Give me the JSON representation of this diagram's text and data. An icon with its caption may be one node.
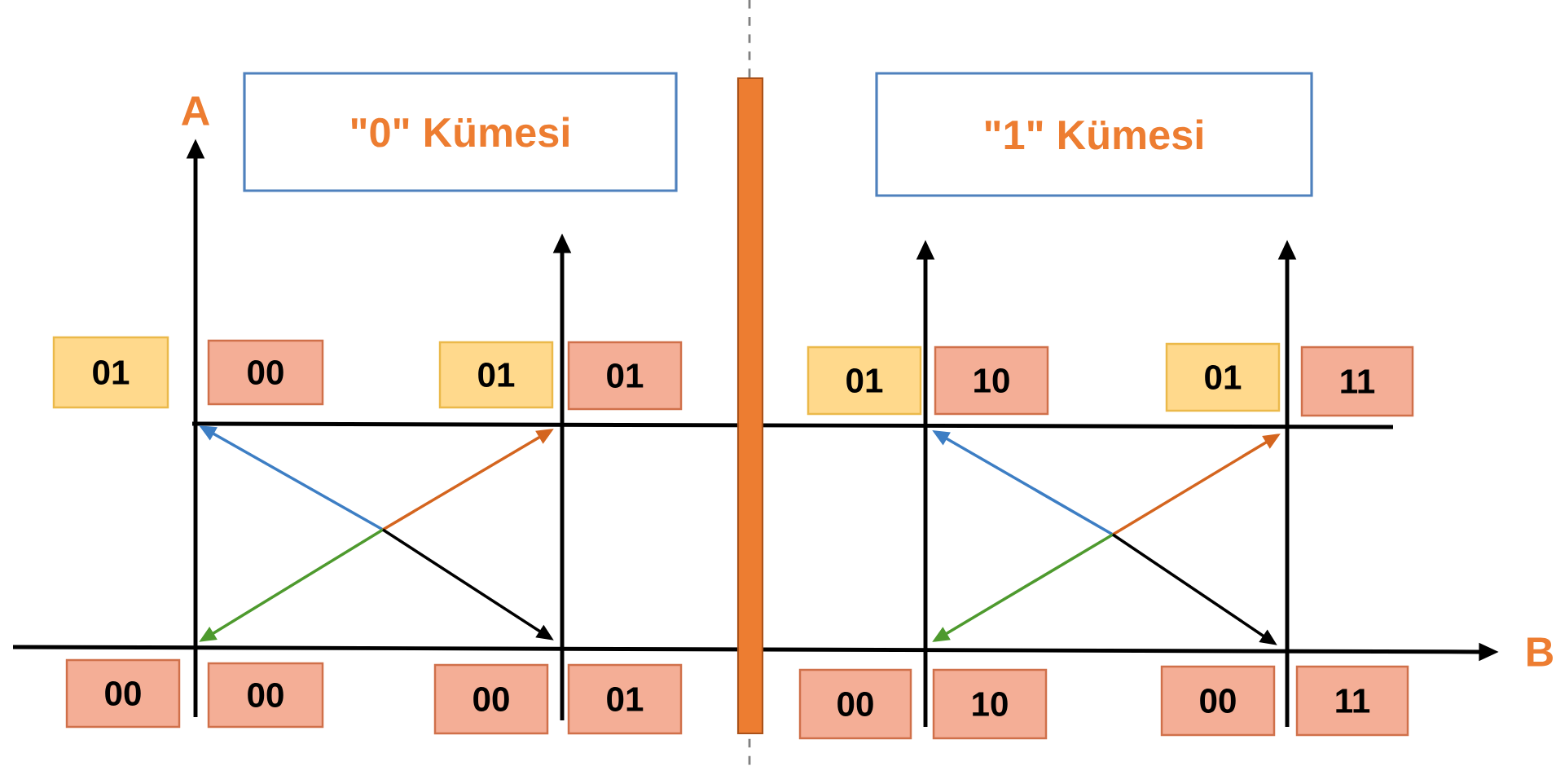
{
  "diagram": {
    "nodes": [
      {
        "text": [
          "\"0\" Kümesi"
        ]
      },
      {
        "text": [
          "\"1\" Kümesi"
        ]
      },
      {
        "text": [
          "01"
        ]
      },
      {
        "text": [
          "00"
        ]
      },
      {
        "text": [
          "01"
        ]
      },
      {
        "text": [
          "01"
        ]
      },
      {
        "text": [
          "01"
        ]
      },
      {
        "text": [
          "10"
        ]
      },
      {
        "text": [
          "01"
        ]
      },
      {
        "text": [
          "11"
        ]
      },
      {
        "text": [
          "00"
        ]
      },
      {
        "text": [
          "00"
        ]
      },
      {
        "text": [
          "00"
        ]
      },
      {
        "text": [
          "01"
        ]
      },
      {
        "text": [
          "00"
        ]
      },
      {
        "text": [
          "10"
        ]
      },
      {
        "text": [
          "00"
        ]
      },
      {
        "text": [
          "11"
        ]
      },
      {
        "text": [],
        "shape": "bar"
      }
    ],
    "edges": [],
    "labels": [
      "A",
      "B"
    ]
  }
}
